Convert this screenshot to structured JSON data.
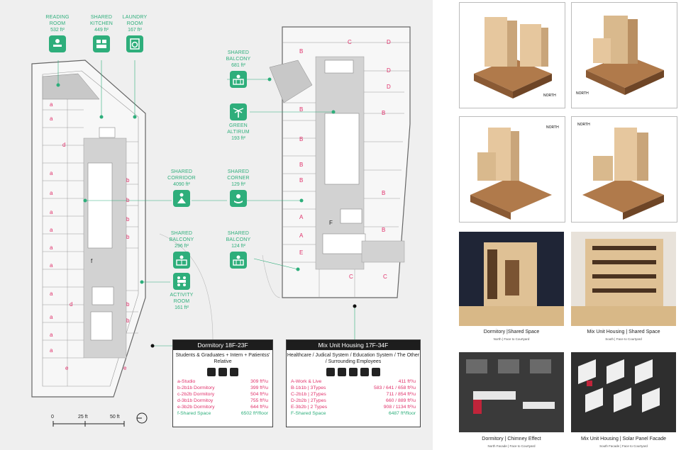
{
  "plan": {
    "icons": {
      "reading_room": {
        "label": "READING\nROOM",
        "area": "532 ft²"
      },
      "shared_kitchen": {
        "label": "SHARED\nKITCHEN",
        "area": "449 ft²"
      },
      "laundry_room": {
        "label": "LAUNDRY\nROOM",
        "area": "167 ft²"
      },
      "shared_balcony_top": {
        "label": "SHARED\nBALCONY",
        "area": "681 ft²"
      },
      "green_atrium": {
        "label": "GREEN\nALTIRUM",
        "area": "193 ft²"
      },
      "shared_corridor": {
        "label": "SHARED\nCORRIDOR",
        "area": "4090 ft²"
      },
      "shared_corner": {
        "label": "SHARED\nCORNER",
        "area": "129 ft²"
      },
      "shared_balcony_mid": {
        "label": "SHARED\nBALCONY",
        "area": "296 ft²"
      },
      "shared_balcony_right": {
        "label": "SHARED\nBALCONY",
        "area": "124 ft²"
      },
      "activity_room": {
        "label": "ACTIVITY\nROOM",
        "area": "161 ft²"
      }
    },
    "scale": {
      "zero": "0",
      "mid": "25 ft",
      "end": "50 ft"
    },
    "dorm_panel": {
      "title": "Dormitory 18F-23F",
      "subtitle": "Students & Graduates + Intern + Patientss' Relative",
      "rows": [
        {
          "name": "a-Studio",
          "value": "309 ft²/u"
        },
        {
          "name": "b-2b1b Dormitory",
          "value": "399 ft²/u"
        },
        {
          "name": "c-2b2b Dormitory",
          "value": "504 ft²/u"
        },
        {
          "name": "d-3b1b Dormitoy",
          "value": "755 ft²/u"
        },
        {
          "name": "e-3b2b Dormitory",
          "value": "644 ft²/u"
        },
        {
          "name": "f-Shared Space",
          "value": "6502 ft²/floor"
        }
      ]
    },
    "mix_panel": {
      "title": "Mix Unit Housing 17F-34F",
      "subtitle": "Healthcare / Judical System / Education System / The Other / Surrounding Employees",
      "rows": [
        {
          "name": "A-Work & Live",
          "value": "411 ft²/u"
        },
        {
          "name": "B-1b1b | 3Types",
          "value": "583 / 641 / 658 ft²/u"
        },
        {
          "name": "C-2b1b | 2Types",
          "value": "711 / 854 ft²/u"
        },
        {
          "name": "D-2b2b | 2Types",
          "value": "660 / 889 ft²/u"
        },
        {
          "name": "E-3b2b | 2 Types",
          "value": "908 / 1134 ft²/u"
        },
        {
          "name": "F-Shared Space",
          "value": "6487 ft²/floor"
        }
      ]
    }
  },
  "gallery": {
    "north_label": "NORTH",
    "section_dorm": {
      "title": "Dormitory |Shared Space",
      "sub": "North | Face to Courtyard"
    },
    "section_mix": {
      "title": "Mix Unit Housing | Shared Space",
      "sub": "South | Face to Courtyard"
    },
    "detail_dorm": {
      "title": "Dormitory | Chimney Effect",
      "sub": "North Facade | Face to Courtyard"
    },
    "detail_mix": {
      "title": "Mix Unit Housing | Solar Panel Facade",
      "sub": "South Facade | Face to Courtyard"
    }
  },
  "colors": {
    "accent_green": "#2eae7b",
    "unit_pink": "#e0306a",
    "panel_head": "#1d1d1d"
  }
}
